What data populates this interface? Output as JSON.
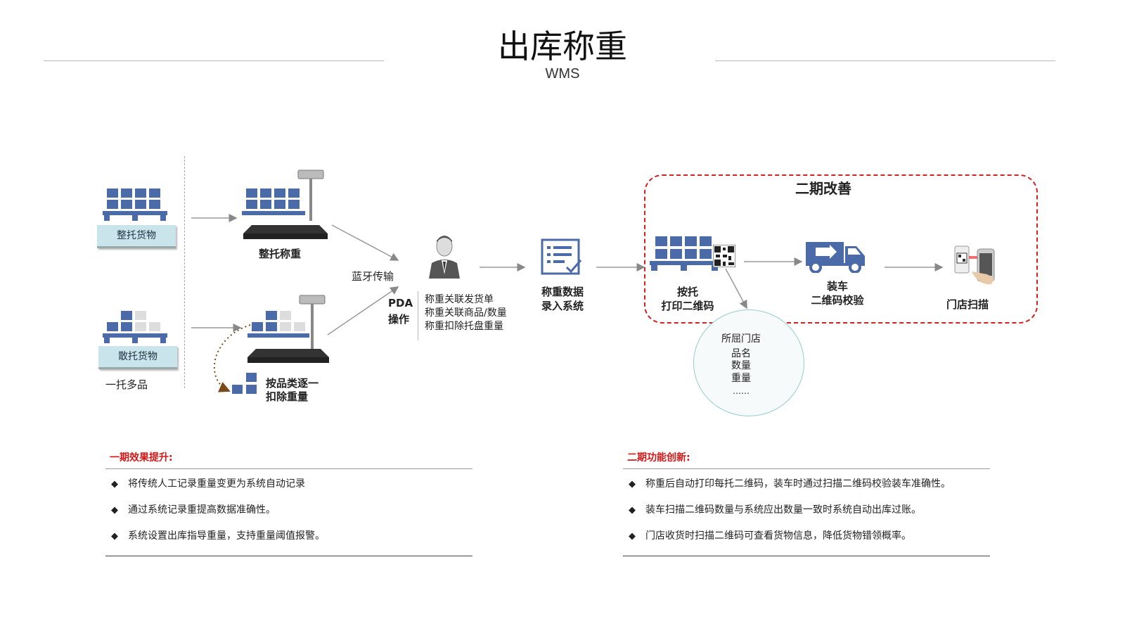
{
  "header": {
    "title": "出库称重",
    "subtitle": "WMS"
  },
  "flow": {
    "full_pallet_cargo": "整托货物",
    "full_pallet_weigh": "整托称重",
    "loose_pallet_cargo": "散托货物",
    "one_pallet_multi": "一托多品",
    "by_category_line1": "按品类逐一",
    "by_category_line2": "扣除重量",
    "bluetooth": "蓝牙传输",
    "pda_line1": "PDA",
    "pda_line2": "操作",
    "pda_notes": [
      "称重关联发货单",
      "称重关联商品/数量",
      "称重扣除托盘重量"
    ],
    "entry_line1": "称重数据",
    "entry_line2": "录入系统",
    "phase2_title": "二期改善",
    "print_line1": "按托",
    "print_line2": "打印二维码",
    "load_line1": "装车",
    "load_line2": "二维码校验",
    "store_scan": "门店扫描",
    "qr_info": [
      "所屈门店",
      "品名",
      "数量",
      "重量",
      "……"
    ]
  },
  "phase1": {
    "title": "一期效果提升:",
    "items": [
      "将传统人工记录重量变更为系统自动记录",
      "通过系统记录重提高数据准确性。",
      "系统设置出库指导重量，支持重量阈值报警。"
    ]
  },
  "phase2": {
    "title": "二期功能创新:",
    "items": [
      "称重后自动打印每托二维码，装车时通过扫描二维码校验装车准确性。",
      "装车扫描二维码数量与系统应出数量一致时系统自动出库过账。",
      "门店收货时扫描二维码可查看货物信息，降低货物错领概率。"
    ]
  },
  "colors": {
    "accent_red": "#d32020",
    "cargo_blue": "#4a6aa8",
    "tag_teal": "#c9e4ea"
  },
  "icons": [
    "pallet-icon",
    "scale-icon",
    "worker-icon",
    "document-check-icon",
    "qr-code-icon",
    "truck-icon",
    "phone-scan-icon",
    "arrow-icon"
  ]
}
